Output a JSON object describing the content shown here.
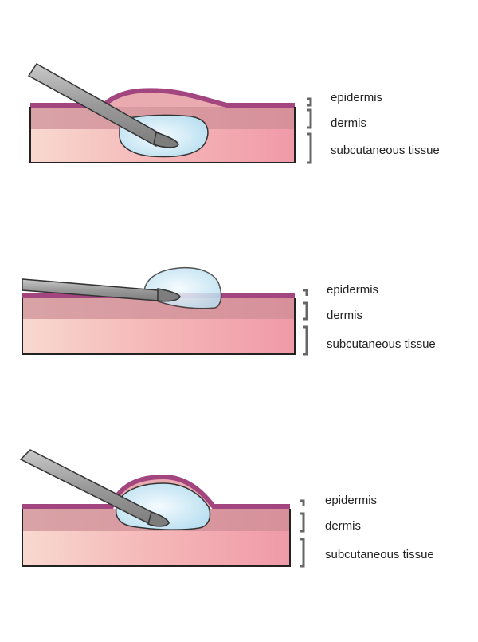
{
  "panels": [
    {
      "layers": {
        "epidermis": "epidermis",
        "dermis": "dermis",
        "subcutaneous": "subcutaneous tissue"
      }
    },
    {
      "layers": {
        "epidermis": "epidermis",
        "dermis": "dermis",
        "subcutaneous": "subcutaneous tissue"
      }
    },
    {
      "layers": {
        "epidermis": "epidermis",
        "dermis": "dermis",
        "subcutaneous": "subcutaneous tissue"
      }
    }
  ],
  "colors": {
    "epidermis": "#a3457f",
    "dermis": "#d8a0a5",
    "subcutaneous_light": "#f8d9cf",
    "subcutaneous_dark": "#f1a0ad",
    "fluid": "#cfe8f4",
    "needle": "#9a9a9a",
    "bracket": "#666666"
  }
}
